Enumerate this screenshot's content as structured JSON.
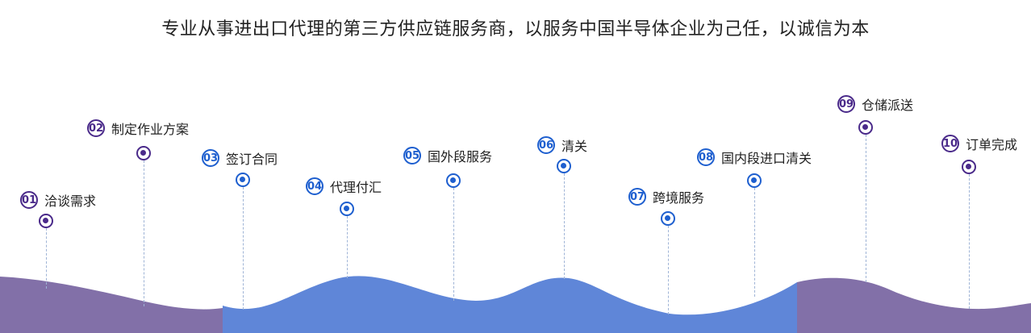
{
  "subtitle": "专业从事进出口代理的第三方供应链服务商，以服务中国半导体企业为己任，以诚信为本",
  "colors": {
    "purple": "#4a2a8a",
    "blue": "#1e5fcf",
    "wave_purple": "#8270a8",
    "wave_blue": "#5f86d8"
  },
  "steps": [
    {
      "num": "01",
      "label": "洽谈需求",
      "color": "purple"
    },
    {
      "num": "02",
      "label": "制定作业方案",
      "color": "purple"
    },
    {
      "num": "03",
      "label": "签订合同",
      "color": "blue"
    },
    {
      "num": "04",
      "label": "代理付汇",
      "color": "blue"
    },
    {
      "num": "05",
      "label": "国外段服务",
      "color": "blue"
    },
    {
      "num": "06",
      "label": "清关",
      "color": "blue"
    },
    {
      "num": "07",
      "label": "跨境服务",
      "color": "blue"
    },
    {
      "num": "08",
      "label": "国内段进口清关",
      "color": "blue"
    },
    {
      "num": "09",
      "label": "仓储派送",
      "color": "purple"
    },
    {
      "num": "10",
      "label": "订单完成",
      "color": "purple"
    }
  ]
}
